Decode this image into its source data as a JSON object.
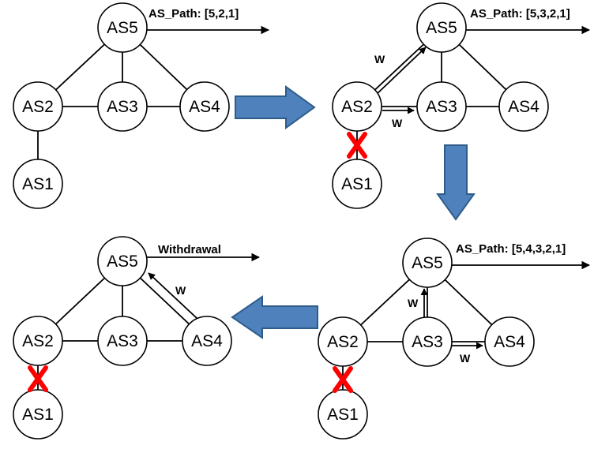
{
  "colors": {
    "node_fill": "#ffffff",
    "stroke": "#000000",
    "transition_arrow_fill": "#4F81BD",
    "transition_arrow_stroke": "#2E5C8A",
    "failure_mark": "#FF0000"
  },
  "nodes": {
    "as1": "AS1",
    "as2": "AS2",
    "as3": "AS3",
    "as4": "AS4",
    "as5": "AS5"
  },
  "panels": [
    {
      "id": "panel-1",
      "announcement": "AS_Path: [5,2,1]",
      "failure": false,
      "withdrawals": []
    },
    {
      "id": "panel-2",
      "announcement": "AS_Path: [5,3,2,1]",
      "failure": true,
      "withdrawals": [
        {
          "from": "AS2",
          "to": "AS5",
          "label": "W"
        },
        {
          "from": "AS2",
          "to": "AS3",
          "label": "W"
        }
      ]
    },
    {
      "id": "panel-3",
      "announcement": "AS_Path: [5,4,3,2,1]",
      "failure": true,
      "withdrawals": [
        {
          "from": "AS3",
          "to": "AS5",
          "label": "W"
        },
        {
          "from": "AS3",
          "to": "AS4",
          "label": "W"
        }
      ]
    },
    {
      "id": "panel-4",
      "announcement": "Withdrawal",
      "failure": true,
      "withdrawals": [
        {
          "from": "AS4",
          "to": "AS5",
          "label": "W"
        }
      ]
    }
  ],
  "transitions": [
    {
      "from": "panel-1",
      "to": "panel-2",
      "direction": "right"
    },
    {
      "from": "panel-2",
      "to": "panel-3",
      "direction": "down"
    },
    {
      "from": "panel-3",
      "to": "panel-4",
      "direction": "left"
    }
  ]
}
